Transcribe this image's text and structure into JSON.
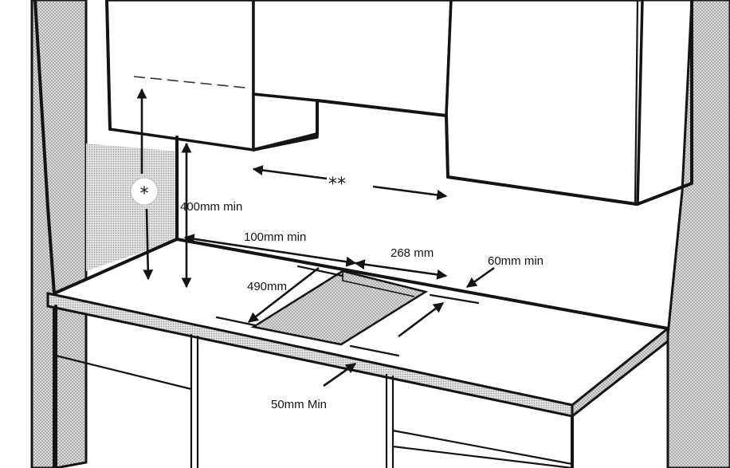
{
  "labels": {
    "star_single": "*",
    "star_double": "**",
    "min_400": "400mm min",
    "min_100": "100mm min",
    "width_268": "268 mm",
    "min_60": "60mm min",
    "depth_490": "490mm",
    "min_50": "50mm Min"
  }
}
